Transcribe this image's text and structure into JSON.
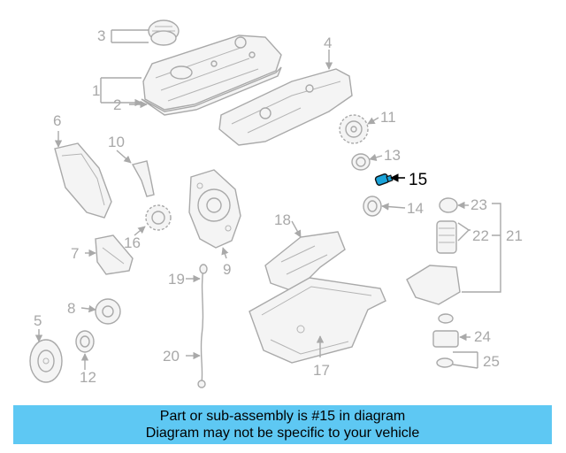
{
  "callouts": {
    "c1": "1",
    "c2": "2",
    "c3": "3",
    "c4": "4",
    "c5": "5",
    "c6": "6",
    "c7": "7",
    "c8": "8",
    "c9": "9",
    "c10": "10",
    "c11": "11",
    "c12": "12",
    "c13": "13",
    "c14": "14",
    "c15": "15",
    "c16": "16",
    "c17": "17",
    "c18": "18",
    "c19": "19",
    "c20": "20",
    "c21": "21",
    "c22": "22",
    "c23": "23",
    "c24": "24",
    "c25": "25"
  },
  "highlight_part": "15",
  "colors": {
    "highlight": "#1aa3d9",
    "banner": "#5ec8f3",
    "parts": "#a9a9a9"
  },
  "banner": {
    "line1": "Part or sub-assembly is #15 in diagram",
    "line2": "Diagram may not be specific to your vehicle"
  }
}
